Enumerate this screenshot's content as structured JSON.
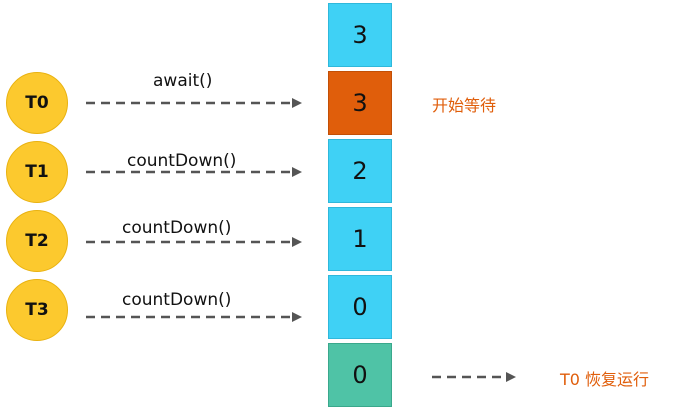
{
  "threads": [
    {
      "label": "T0",
      "call": "await()"
    },
    {
      "label": "T1",
      "call": "countDown()"
    },
    {
      "label": "T2",
      "call": "countDown()"
    },
    {
      "label": "T3",
      "call": "countDown()"
    }
  ],
  "counter": [
    {
      "value": "3",
      "color": "#3fd1f5"
    },
    {
      "value": "3",
      "color": "#e05e0b"
    },
    {
      "value": "2",
      "color": "#3fd1f5"
    },
    {
      "value": "1",
      "color": "#3fd1f5"
    },
    {
      "value": "0",
      "color": "#3fd1f5"
    },
    {
      "value": "0",
      "color": "#4fc3a6"
    }
  ],
  "notes": {
    "start_wait": "开始等待",
    "resume": "T0  恢复运行"
  },
  "colors": {
    "thread_fill": "#fcc92e",
    "note_text": "#e05e0b",
    "arrow": "#555555"
  }
}
